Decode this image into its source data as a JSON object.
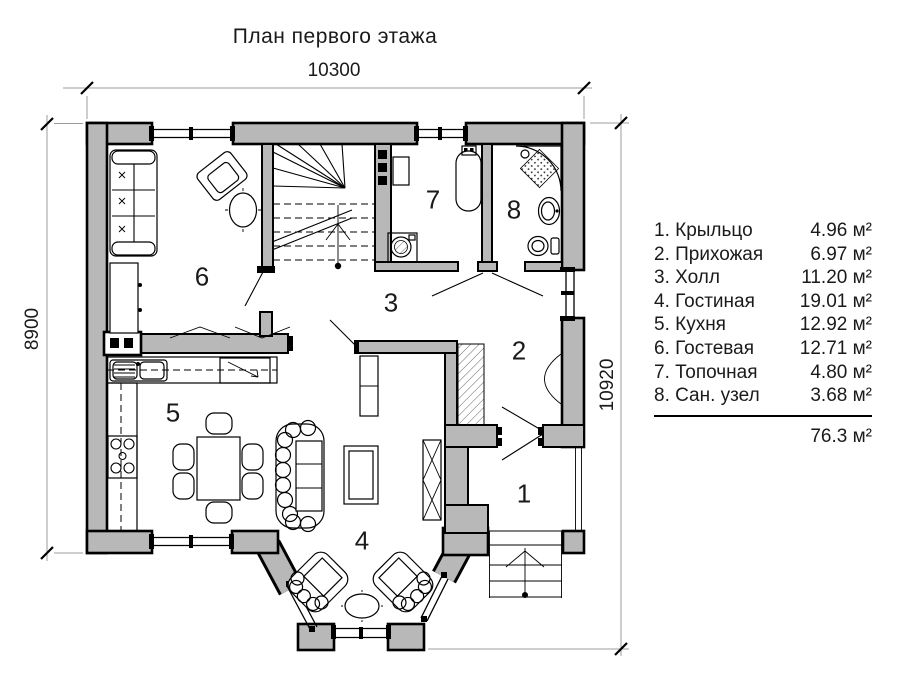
{
  "title": "План первого этажа",
  "dimensions": {
    "width_top": "10300",
    "height_left": "8900",
    "height_right": "10920"
  },
  "rooms": [
    {
      "num": "1",
      "label": "1. Крыльцо",
      "area": "4.96 м²"
    },
    {
      "num": "2",
      "label": "2. Прихожая",
      "area": "6.97 м²"
    },
    {
      "num": "3",
      "label": "3. Холл",
      "area": "11.20 м²"
    },
    {
      "num": "4",
      "label": "4. Гостиная",
      "area": "19.01 м²"
    },
    {
      "num": "5",
      "label": "5. Кухня",
      "area": "12.92 м²"
    },
    {
      "num": "6",
      "label": "6. Гостевая",
      "area": "12.71 м²"
    },
    {
      "num": "7",
      "label": "7. Топочная",
      "area": "4.80 м²"
    },
    {
      "num": "8",
      "label": "8. Сан. узел",
      "area": "3.68 м²"
    }
  ],
  "total_area": "76.3 м²",
  "colors": {
    "wall_fill": "#b8b8b8",
    "line": "#000000",
    "dim_line": "#9c9c9c"
  }
}
